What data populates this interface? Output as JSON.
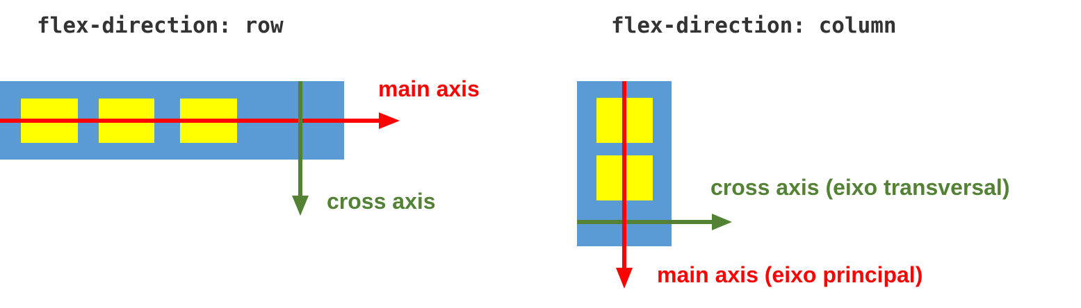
{
  "row_panel": {
    "title": "flex-direction: row",
    "main_label": "main axis",
    "cross_label": "cross axis"
  },
  "column_panel": {
    "title": "flex-direction: column",
    "cross_label": "cross axis (eixo transversal)",
    "main_label": "main axis (eixo principal)"
  },
  "colors": {
    "container": "#5b9bd5",
    "item": "#ffff00",
    "main_axis": "#ff0000",
    "cross_axis": "#548235",
    "code_text": "#333333"
  }
}
